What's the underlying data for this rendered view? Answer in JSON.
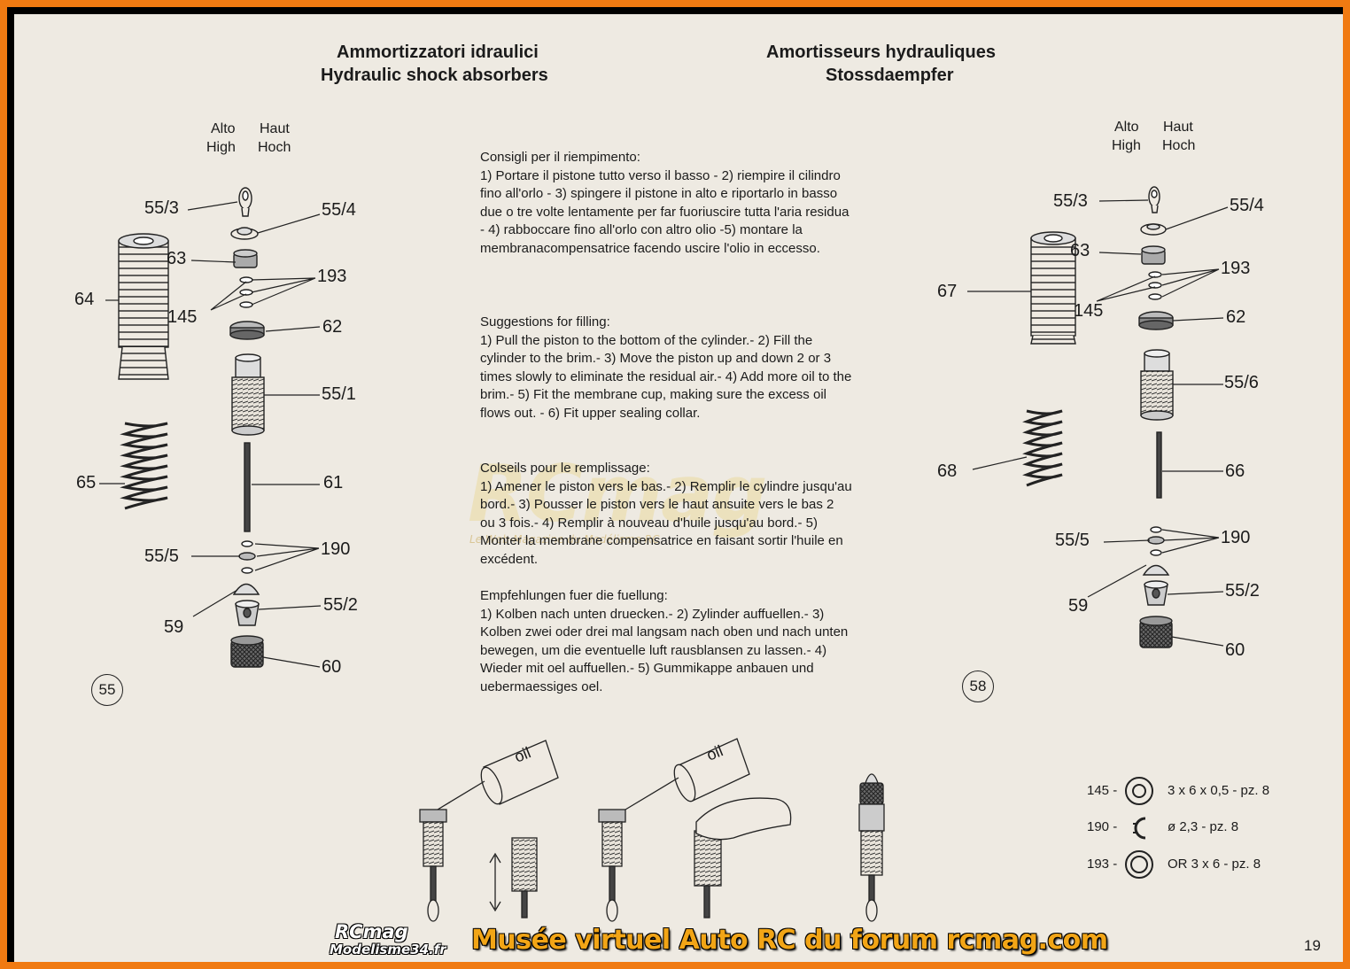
{
  "titles": {
    "it": "Ammortizzatori idraulici",
    "en": "Hydraulic shock absorbers",
    "fr": "Amortisseurs hydrauliques",
    "de": "Stossdaempfer"
  },
  "direction": {
    "alto": "Alto",
    "haut": "Haut",
    "high": "High",
    "hoch": "Hoch"
  },
  "left_diagram": {
    "number": "55",
    "labels": {
      "p55_3": "55/3",
      "p55_4": "55/4",
      "p63": "63",
      "p193": "193",
      "p64": "64",
      "p145": "145",
      "p62": "62",
      "p55_1": "55/1",
      "p65": "65",
      "p61": "61",
      "p55_5": "55/5",
      "p190": "190",
      "p55_2": "55/2",
      "p59": "59",
      "p60": "60"
    }
  },
  "right_diagram": {
    "number": "58",
    "labels": {
      "p55_3": "55/3",
      "p55_4": "55/4",
      "p63": "63",
      "p193": "193",
      "p67": "67",
      "p145": "145",
      "p62": "62",
      "p55_6": "55/6",
      "p68": "68",
      "p66": "66",
      "p55_5": "55/5",
      "p190": "190",
      "p55_2": "55/2",
      "p59": "59",
      "p60": "60"
    }
  },
  "instructions": {
    "it_heading": "Consigli per il riempimento:",
    "it_body": "1) Portare il pistone tutto verso il basso - 2) riempire il cilindro fino all'orlo - 3) spingere il pistone in alto e riportarlo in basso due o tre volte lentamente per far fuoriuscire tutta l'aria residua - 4) rabboccare fino all'orlo con altro olio -5) montare la membranacompensatrice facendo uscire l'olio in eccesso.",
    "en_heading": "Suggestions for filling:",
    "en_body": "1) Pull the piston to the bottom of the cylinder.- 2) Fill the cylinder to the brim.- 3) Move the piston up and down 2 or 3 times slowly to eliminate the residual air.- 4) Add more oil to the brim.- 5) Fit the membrane cup, making sure the excess oil flows out. - 6) Fit upper sealing collar.",
    "fr_heading": "Colseils pour le remplissage:",
    "fr_body": "1) Amener le piston vers le bas.- 2) Remplir le cylindre jusqu'au bord.- 3)  Pousser le piston vers le haut ansuite vers le bas 2 ou 3 fois.- 4) Remplir à nouveau d'huile jusqu'au bord.- 5) Monter la membrane compensatrice en faisant sortir l'huile en excédent.",
    "de_heading": "Empfehlungen fuer die fuellung:",
    "de_body": "1) Kolben nach unten druecken.- 2) Zylinder auffuellen.- 3) Kolben zwei oder drei mal langsam nach oben und nach unten bewegen, um die eventuelle luft rausblansen zu lassen.- 4) Wieder mit oel auffuellen.- 5) Gummikappe anbauen und uebermaessiges oel."
  },
  "oil_label": "oil",
  "parts_legend": [
    {
      "code": "145 -",
      "spec": "3 x 6 x 0,5 - pz. 8",
      "icon": "washer-icon"
    },
    {
      "code": "190 -",
      "spec": "ø 2,3 - pz. 8",
      "icon": "e-clip-icon"
    },
    {
      "code": "193 -",
      "spec": "OR  3 x 6 - pz. 8",
      "icon": "o-ring-icon"
    }
  ],
  "page_number": "19",
  "footer": {
    "caption": "Musée virtuel Auto RC du forum rcmag.com",
    "logo_top": "RCmag",
    "logo_bottom": "Modelisme34.fr"
  },
  "watermark": {
    "text": "RCmag",
    "sub": "Le Web-Magazine du Modélisme RC"
  },
  "colors": {
    "frame": "#f07a12",
    "paper": "#eeeae2",
    "ink": "#1b1b1b",
    "footer_text": "#f2a516"
  }
}
